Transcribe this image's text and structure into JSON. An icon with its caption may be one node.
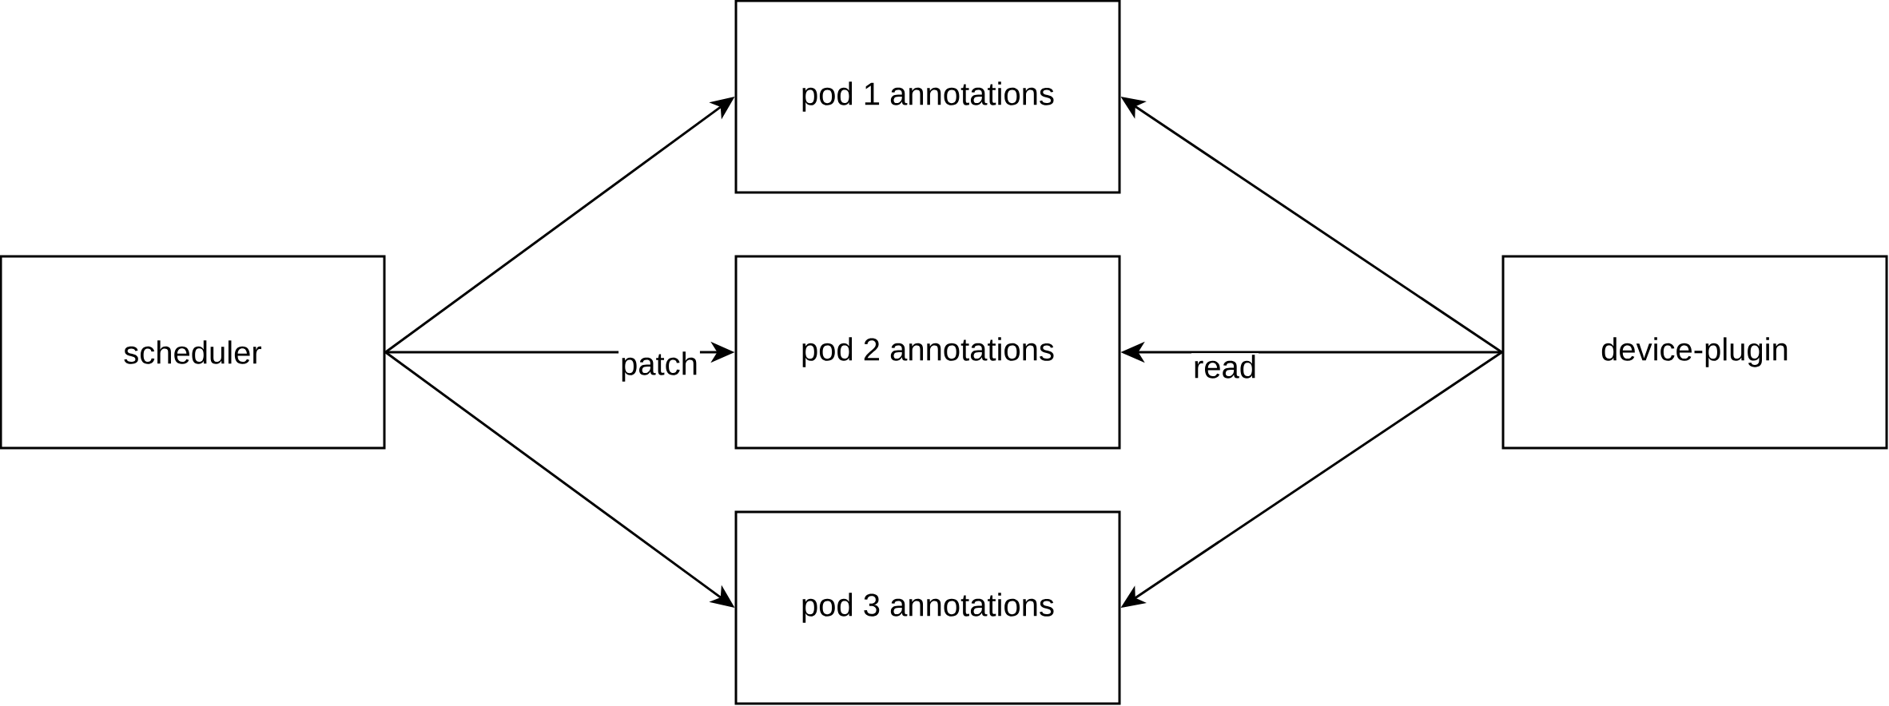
{
  "diagram": {
    "nodes": [
      {
        "text": [
          "pod 1 annotations"
        ]
      },
      {
        "text": [
          "scheduler"
        ]
      },
      {
        "text": [
          "pod 2 annotations"
        ]
      },
      {
        "text": [
          "device-plugin"
        ]
      },
      {
        "text": [
          "pod 3 annotations"
        ]
      }
    ],
    "edges": [
      {
        "from": 1,
        "to": 0,
        "arrow": "to"
      },
      {
        "from": 1,
        "to": 2,
        "arrow": "to",
        "label": "patch"
      },
      {
        "from": 1,
        "to": 4,
        "arrow": "to"
      },
      {
        "from": 3,
        "to": 0,
        "arrow": "to"
      },
      {
        "from": 3,
        "to": 2,
        "arrow": "to",
        "label": "read"
      },
      {
        "from": 3,
        "to": 4,
        "arrow": "to"
      }
    ]
  }
}
